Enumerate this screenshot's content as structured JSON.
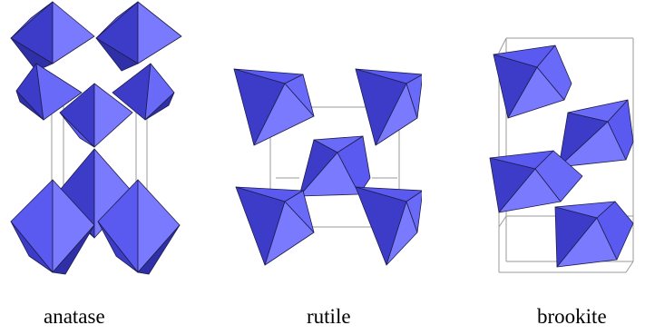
{
  "labels": {
    "anatase": "anatase",
    "rutile": "rutile",
    "brookite": "brookite"
  },
  "colors": {
    "face_light": "#7a7aff",
    "face_mid": "#5a5af0",
    "face_dark": "#3c3cc8",
    "face_darker": "#2f2fa8",
    "edge": "#1d1d4d",
    "cell_line": "#9a9a9a"
  }
}
